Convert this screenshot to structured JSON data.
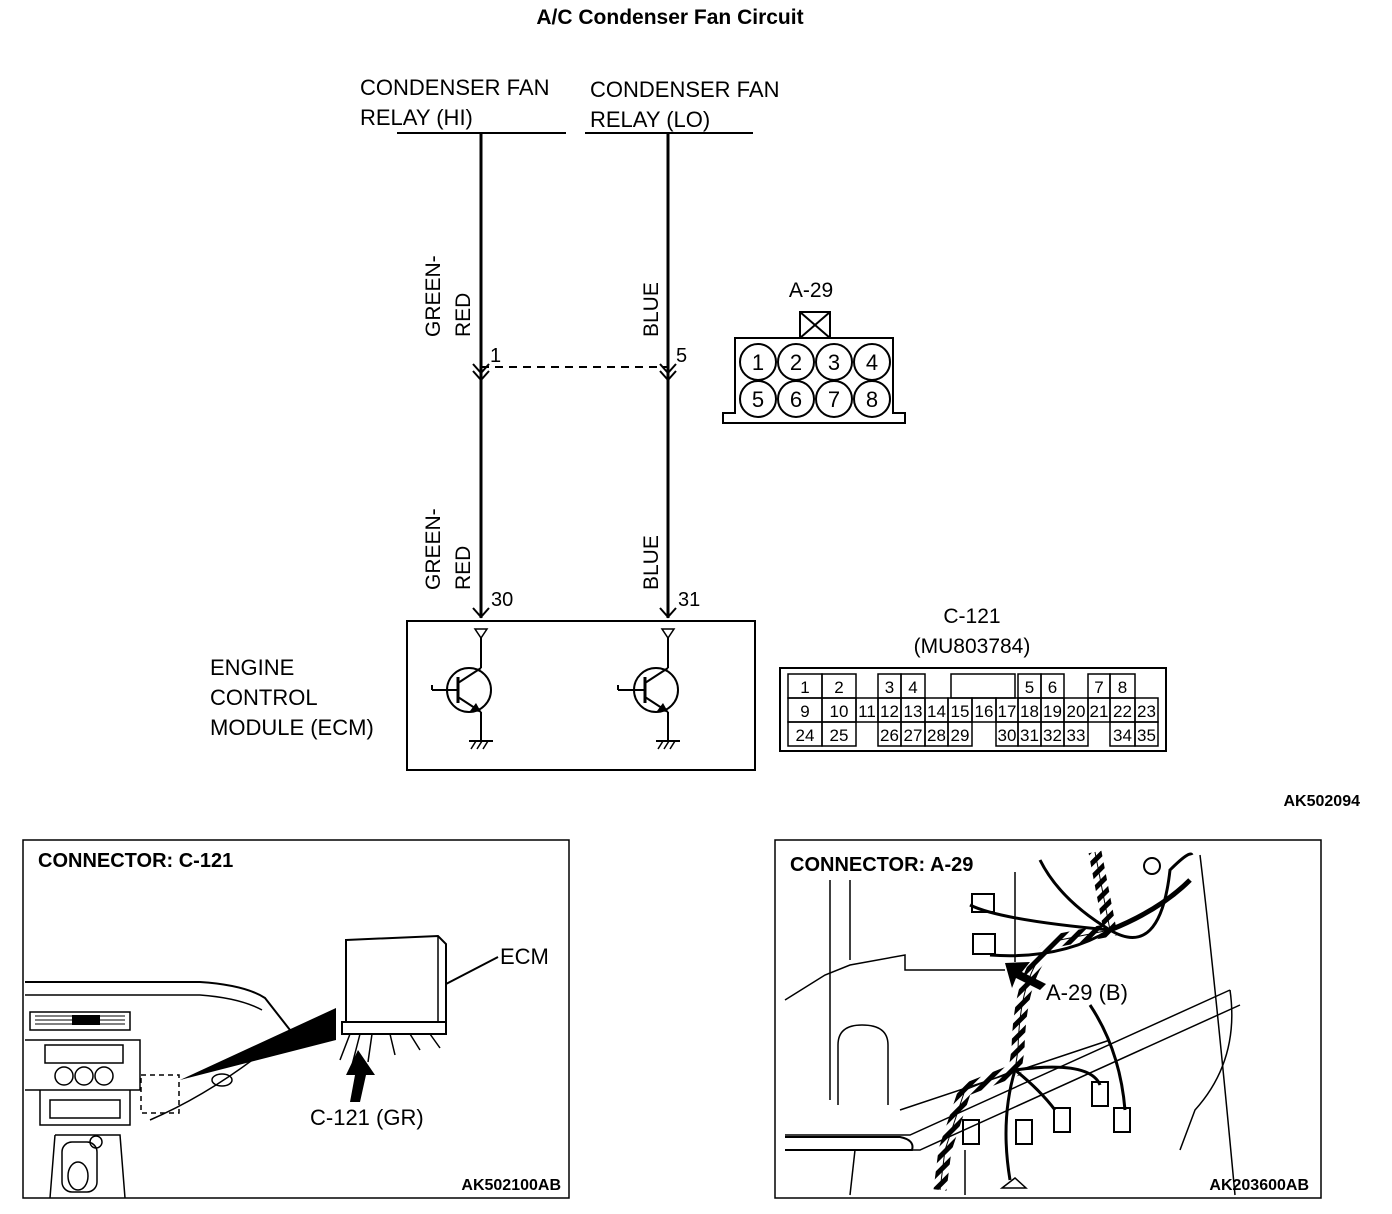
{
  "title": "A/C Condenser Fan Circuit",
  "relay_hi": {
    "line1": "CONDENSER FAN",
    "line2": "RELAY (HI)"
  },
  "relay_lo": {
    "line1": "CONDENSER FAN",
    "line2": "RELAY (LO)"
  },
  "wire_left": {
    "color_line1": "GREEN-",
    "color_line2": "RED",
    "a29_pin": "1",
    "ecm_pin": "30"
  },
  "wire_right": {
    "color_line1": "BLUE",
    "a29_pin": "5",
    "ecm_pin": "31"
  },
  "a29_connector": {
    "label": "A-29",
    "pins": [
      "1",
      "2",
      "3",
      "4",
      "5",
      "6",
      "7",
      "8"
    ]
  },
  "ecm": {
    "line1": "ENGINE",
    "line2": "CONTROL",
    "line3": "MODULE (ECM)"
  },
  "c121_connector": {
    "label": "C-121",
    "part_number": "(MU803784)",
    "row1": [
      "1",
      "2",
      "3",
      "4",
      "5",
      "6",
      "7",
      "8"
    ],
    "row2": [
      "9",
      "10",
      "11",
      "12",
      "13",
      "14",
      "15",
      "16",
      "17",
      "18",
      "19",
      "20",
      "21",
      "22",
      "23"
    ],
    "row3": [
      "24",
      "25",
      "26",
      "27",
      "28",
      "29",
      "30",
      "31",
      "32",
      "33",
      "34",
      "35"
    ]
  },
  "figure_code_top": "AK502094",
  "panel_left": {
    "title": "CONNECTOR: C-121",
    "ecm_label": "ECM",
    "callout": "C-121 (GR)",
    "code": "AK502100AB"
  },
  "panel_right": {
    "title": "CONNECTOR: A-29",
    "callout": "A-29 (B)",
    "code": "AK203600AB"
  }
}
